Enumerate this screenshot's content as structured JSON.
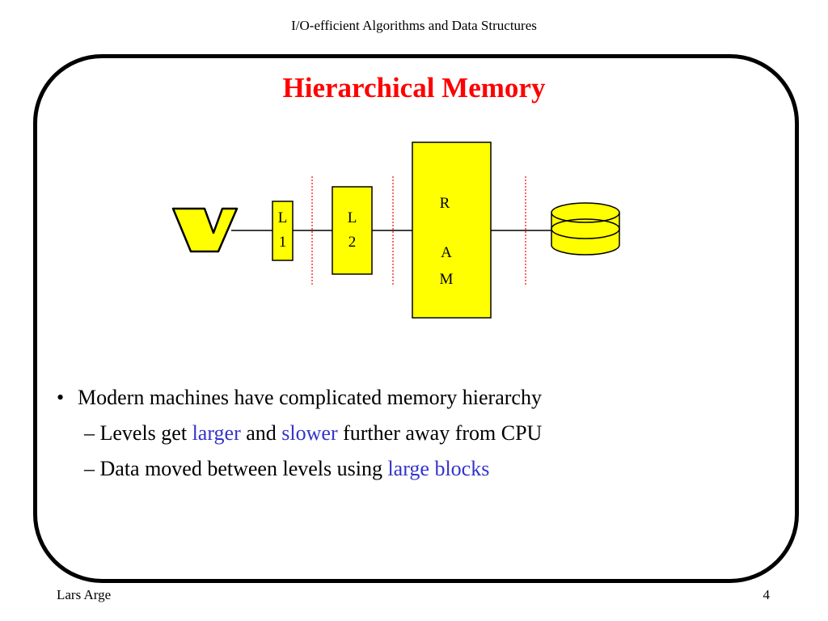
{
  "header": {
    "course_title": "I/O-efficient Algorithms and Data Structures"
  },
  "slide": {
    "title": "Hierarchical Memory",
    "title_color": "#ff0000",
    "accent_color": "#3333cc"
  },
  "diagram": {
    "cpu_icon": "cpu-v-icon",
    "disk_icon": "disk-icon",
    "box_fill": "#ffff00",
    "separator_color": "#ff0000",
    "l1": {
      "line1": "L",
      "line2": "1"
    },
    "l2": {
      "line1": "L",
      "line2": "2"
    },
    "ram": {
      "line1": "R",
      "line2": "A",
      "line3": "M"
    }
  },
  "bullets": {
    "main": "Modern machines have complicated memory hierarchy",
    "main_marker": "•",
    "sub_marker": "–",
    "sub1": {
      "pre": "Levels get ",
      "hl1": "larger",
      "mid": " and ",
      "hl2": "slower",
      "post": " further away from CPU"
    },
    "sub2": {
      "pre": "Data moved between levels using ",
      "hl": "large blocks"
    }
  },
  "footer": {
    "author": "Lars Arge",
    "page_number": "4"
  }
}
